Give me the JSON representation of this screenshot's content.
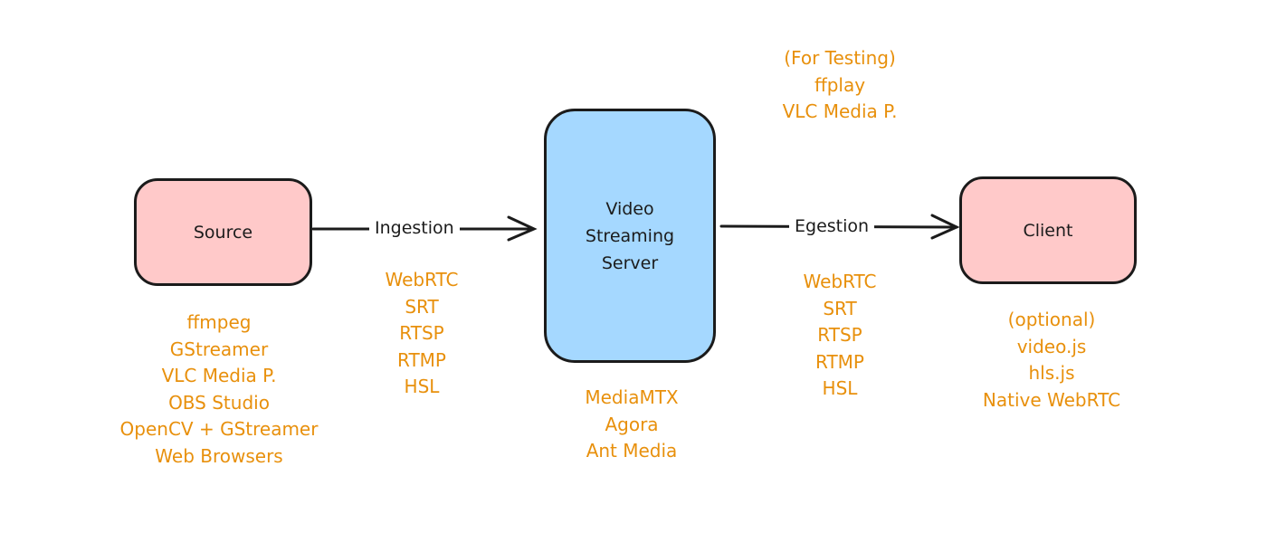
{
  "nodes": {
    "source": {
      "label": "Source"
    },
    "server": {
      "lines": [
        "Video",
        "Streaming",
        "Server"
      ]
    },
    "client": {
      "label": "Client"
    }
  },
  "edges": {
    "ingestion": {
      "label": "Ingestion"
    },
    "egestion": {
      "label": "Egestion"
    }
  },
  "annotations": {
    "source_tools": [
      "ffmpeg",
      "GStreamer",
      "VLC Media P.",
      "OBS Studio",
      "OpenCV + GStreamer",
      "Web Browsers"
    ],
    "ingestion_protocols": [
      "WebRTC",
      "SRT",
      "RTSP",
      "RTMP",
      "HSL"
    ],
    "server_options": [
      "MediaMTX",
      "Agora",
      "Ant Media"
    ],
    "testing_tools": [
      "(For Testing)",
      "ffplay",
      "VLC Media P."
    ],
    "egestion_protocols": [
      "WebRTC",
      "SRT",
      "RTSP",
      "RTMP",
      "HSL"
    ],
    "client_tools": [
      "(optional)",
      "video.js",
      "hls.js",
      "Native WebRTC"
    ]
  },
  "colors": {
    "source_fill": "#ffc9c9",
    "server_fill": "#a5d8ff",
    "client_fill": "#ffc9c9",
    "annotation_text": "#e8900c",
    "stroke": "#1b1b1b"
  }
}
